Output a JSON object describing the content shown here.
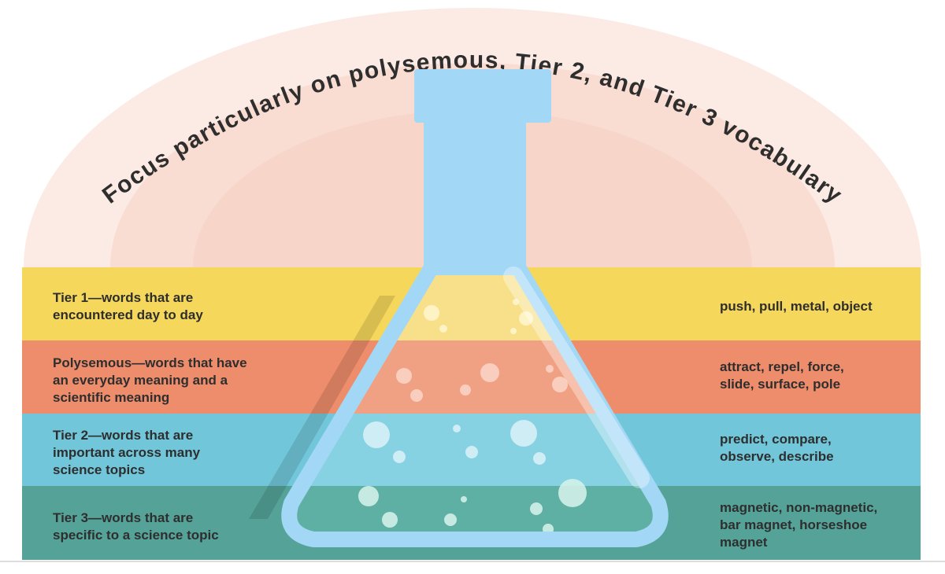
{
  "title": "Focus particularly on polysemous, Tier 2, and Tier 3 vocabulary",
  "tiers": [
    {
      "description": "Tier 1—words that are encountered day to day",
      "examples": "push, pull, metal, object",
      "color": "#f5d75c"
    },
    {
      "description": "Polysemous—words that have an everyday meaning and a scientific meaning",
      "examples": "attract, repel, force, slide, surface, pole",
      "color": "#ee8d6c"
    },
    {
      "description": "Tier 2—words that are important across many science topics",
      "examples": "predict, compare, observe, describe",
      "color": "#71c6da"
    },
    {
      "description": "Tier 3—words that are specific to a science topic",
      "examples": "magnetic, non-magnetic, bar magnet, horseshoe magnet",
      "color": "#55a398"
    }
  ],
  "colors": {
    "arch_outer": "#fcebe5",
    "arch_middle": "#f9ddd3",
    "arch_inner": "#f7d5c8",
    "flask": "#a2d8f6",
    "text": "#2e2e2e"
  },
  "icon": "erlenmeyer-flask-icon"
}
